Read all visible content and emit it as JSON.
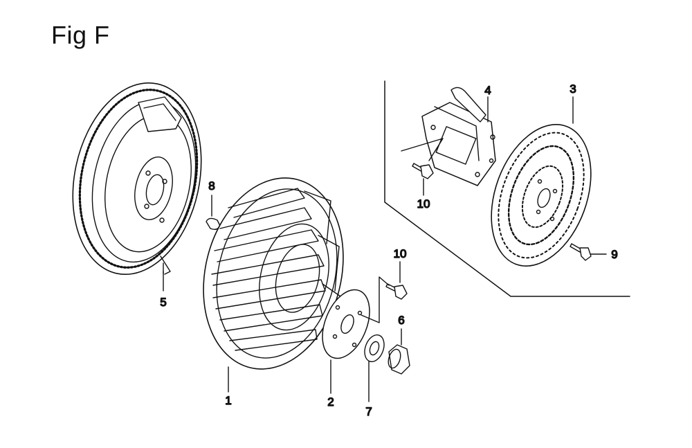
{
  "figure": {
    "title": "Fig F"
  },
  "callouts": [
    {
      "id": "1",
      "label": "1"
    },
    {
      "id": "2",
      "label": "2"
    },
    {
      "id": "3",
      "label": "3"
    },
    {
      "id": "4",
      "label": "4"
    },
    {
      "id": "5",
      "label": "5"
    },
    {
      "id": "6",
      "label": "6"
    },
    {
      "id": "7",
      "label": "7"
    },
    {
      "id": "8",
      "label": "8"
    },
    {
      "id": "9",
      "label": "9"
    },
    {
      "id": "10a",
      "label": "10"
    },
    {
      "id": "10b",
      "label": "10"
    }
  ]
}
